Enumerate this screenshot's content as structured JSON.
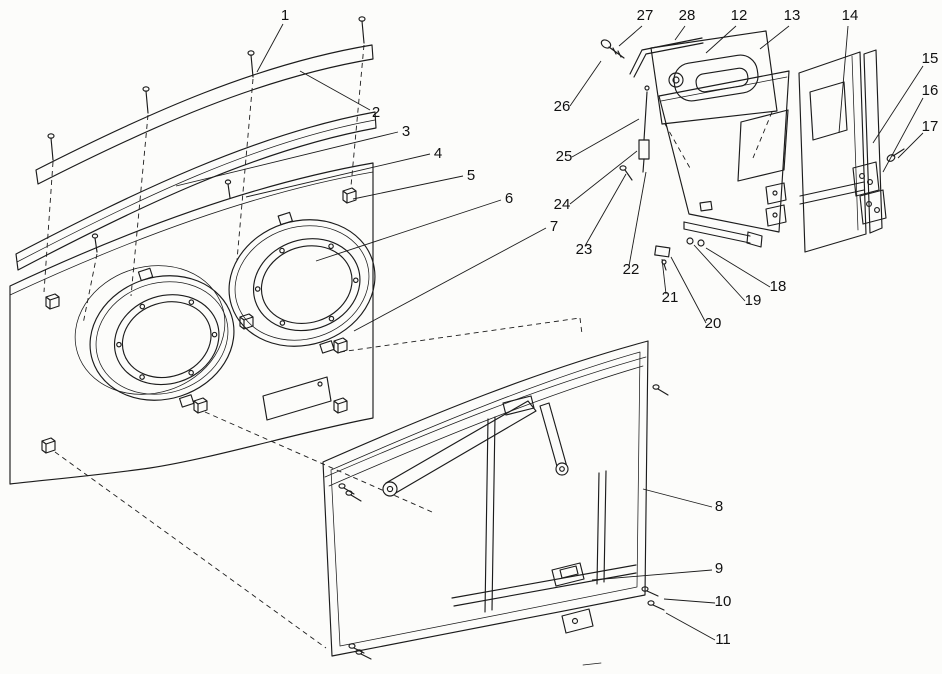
{
  "diagram": {
    "colors": {
      "ink": "#1c1c1c",
      "background": "#fcfcfa"
    },
    "callouts": [
      {
        "label": "1"
      },
      {
        "label": "2"
      },
      {
        "label": "3"
      },
      {
        "label": "4"
      },
      {
        "label": "5"
      },
      {
        "label": "6"
      },
      {
        "label": "7"
      },
      {
        "label": "8"
      },
      {
        "label": "9"
      },
      {
        "label": "10"
      },
      {
        "label": "11"
      },
      {
        "label": "12"
      },
      {
        "label": "13"
      },
      {
        "label": "14"
      },
      {
        "label": "15"
      },
      {
        "label": "16"
      },
      {
        "label": "17"
      },
      {
        "label": "18"
      },
      {
        "label": "19"
      },
      {
        "label": "20"
      },
      {
        "label": "21"
      },
      {
        "label": "22"
      },
      {
        "label": "23"
      },
      {
        "label": "24"
      },
      {
        "label": "25"
      },
      {
        "label": "26"
      },
      {
        "label": "27"
      },
      {
        "label": "28"
      }
    ]
  }
}
